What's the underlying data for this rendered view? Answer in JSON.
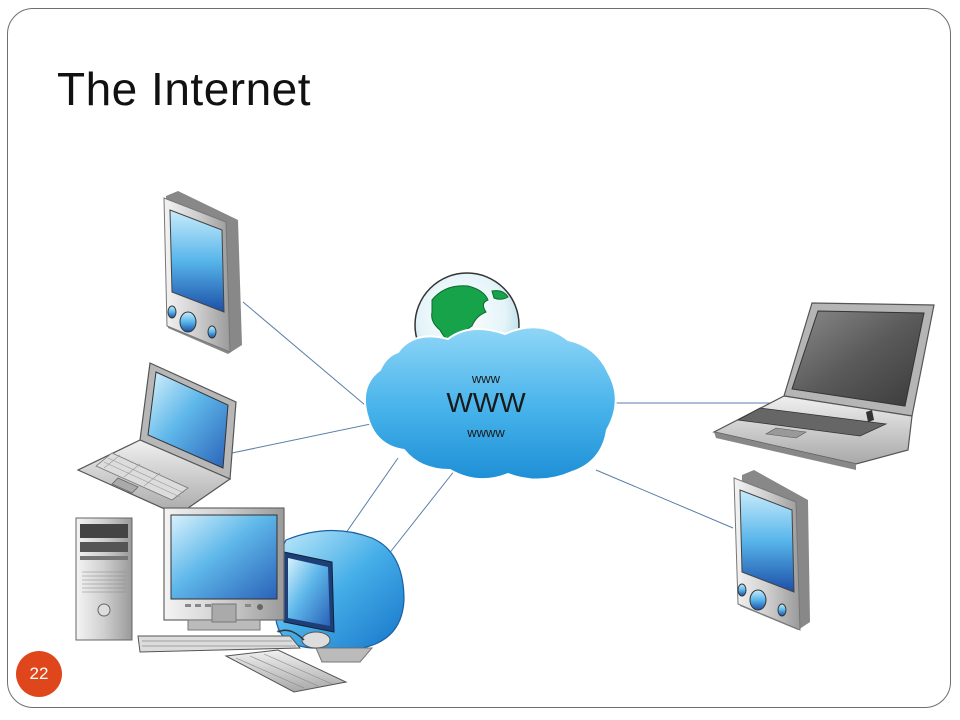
{
  "slide": {
    "title": "The Internet",
    "page_number": "22"
  },
  "cloud": {
    "label_top": "www",
    "label_main": "WWW",
    "label_bottom": "wwww"
  },
  "colors": {
    "accent_badge": "#e0461c",
    "cloud_fill": "#4fb6ea",
    "link_line": "#5a7fa8",
    "frame_border": "#6f6f6f"
  },
  "nodes": [
    {
      "id": "pda-top-left",
      "icon": "pda-icon"
    },
    {
      "id": "laptop-left",
      "icon": "laptop-icon"
    },
    {
      "id": "desktop-workstation",
      "icon": "desktop-computer-icon"
    },
    {
      "id": "imac-style-computer",
      "icon": "imac-icon"
    },
    {
      "id": "laptop-right",
      "icon": "laptop-icon"
    },
    {
      "id": "pda-bottom-right",
      "icon": "pda-icon"
    }
  ]
}
